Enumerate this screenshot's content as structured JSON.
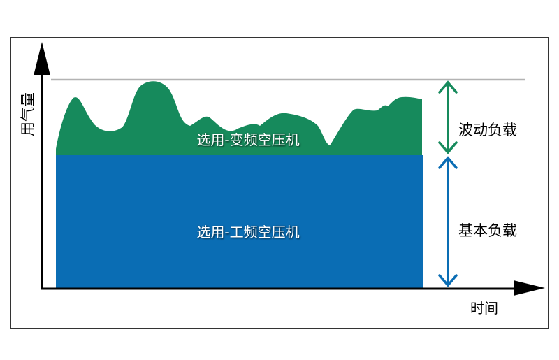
{
  "axes": {
    "y_label": "用气量",
    "x_label": "时间"
  },
  "regions": {
    "variable_label": "选用-变频空压机",
    "fixed_label": "选用-工频空压机"
  },
  "loads": {
    "fluctuating_label": "波动负载",
    "base_label": "基本负载"
  },
  "colors": {
    "variable_fill": "#168a5c",
    "fixed_fill": "#0a6db4",
    "fluctuating_arrow": "#168a5c",
    "base_arrow": "#0a6db4",
    "max_line": "#b3b3b3",
    "axis": "#000000"
  }
}
